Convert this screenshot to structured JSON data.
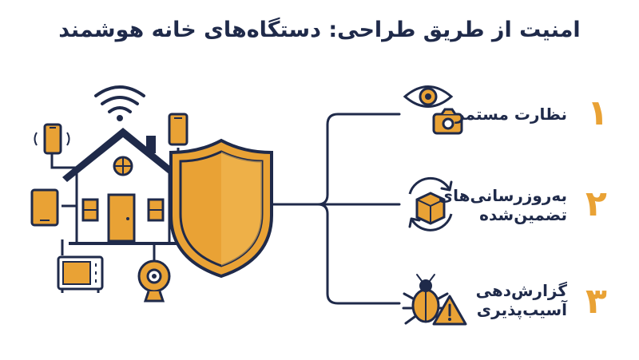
{
  "title": "امنیت از طریق طراحی: دستگاه‌های خانه هوشمند",
  "colors": {
    "navy": "#1f2a4a",
    "orange": "#e9a235",
    "white": "#ffffff"
  },
  "features": [
    {
      "number": "۱",
      "lines": [
        "نظارت مستمر"
      ],
      "icons": [
        "eye-icon",
        "camera-icon"
      ]
    },
    {
      "number": "۲",
      "lines": [
        "به‌روزرسانی‌های",
        "تضمین‌شده"
      ],
      "icons": [
        "refresh-package-icon"
      ]
    },
    {
      "number": "۳",
      "lines": [
        "گزارش‌دهی",
        "آسیب‌پذیری"
      ],
      "icons": [
        "bug-icon",
        "warning-icon"
      ]
    }
  ],
  "devices": [
    "wifi-icon",
    "smartphone-icon",
    "tablet-icon",
    "microwave-icon",
    "webcam-icon",
    "house-icon",
    "shield-icon"
  ]
}
